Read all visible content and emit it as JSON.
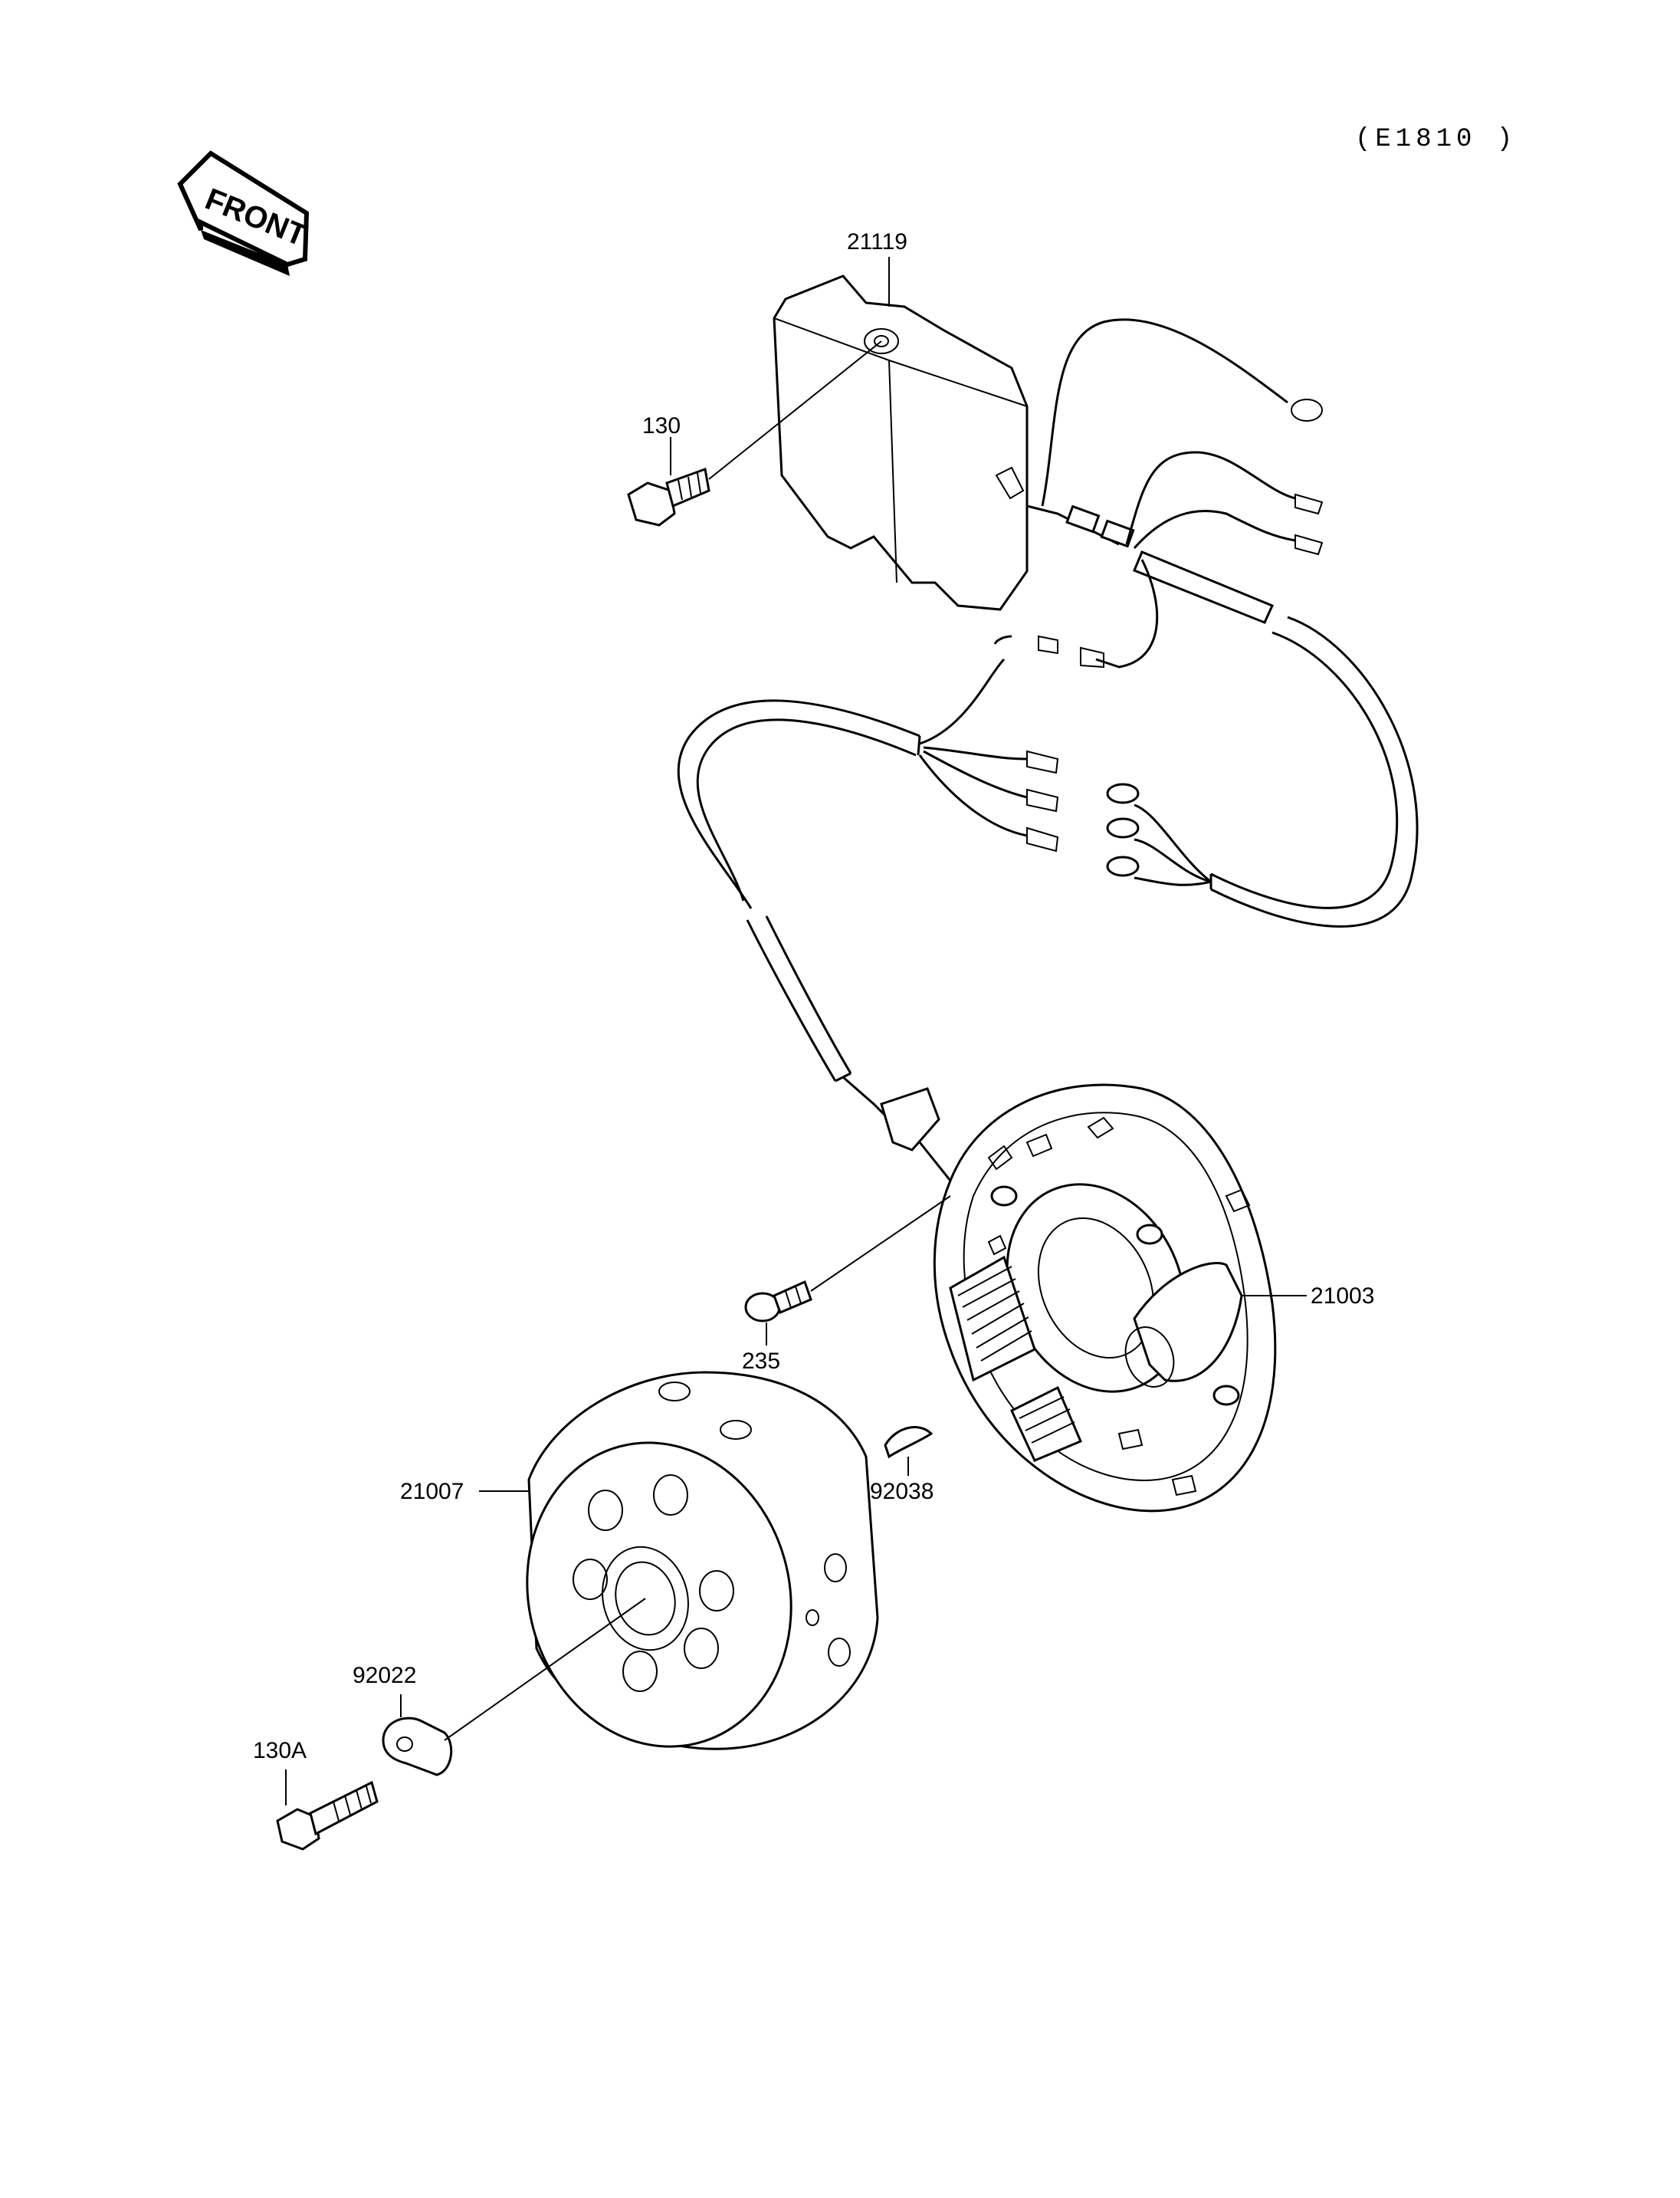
{
  "header": {
    "ref_code": "(E1810 )"
  },
  "front_marker": {
    "label": "FRONT"
  },
  "parts": [
    {
      "id": "p21119",
      "number": "21119"
    },
    {
      "id": "p130",
      "number": "130"
    },
    {
      "id": "p21003",
      "number": "21003"
    },
    {
      "id": "p235",
      "number": "235"
    },
    {
      "id": "p21007",
      "number": "21007"
    },
    {
      "id": "p92038",
      "number": "92038"
    },
    {
      "id": "p92022",
      "number": "92022"
    },
    {
      "id": "p130A",
      "number": "130A"
    }
  ]
}
